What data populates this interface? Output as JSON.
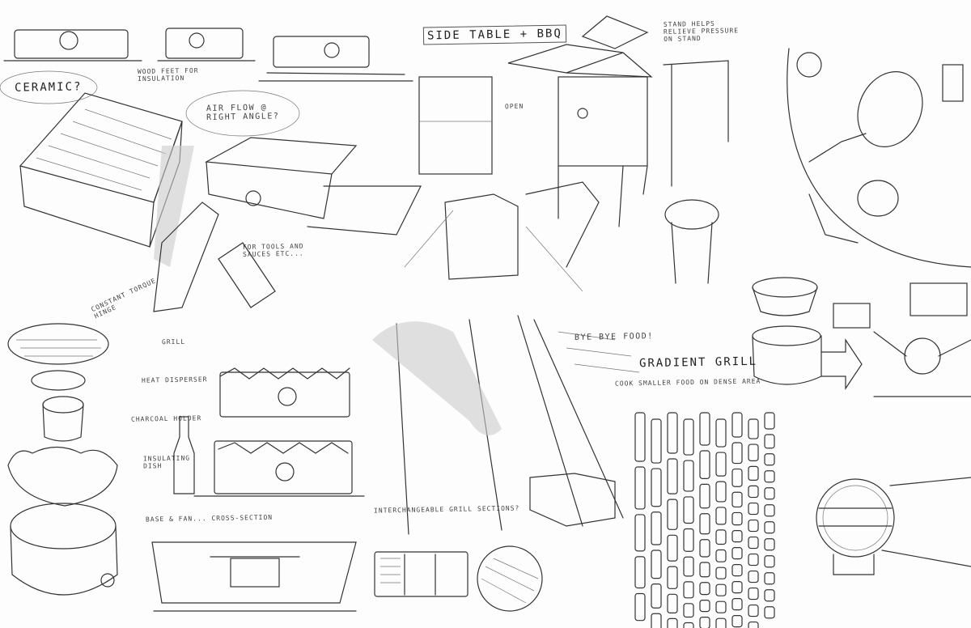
{
  "sheet": {
    "notes": {
      "ceramic": "Ceramic?",
      "wood_feet": "Wood feet for insulation",
      "air_flow": "Air flow @ right angle?",
      "side_table": "Side table + BBQ",
      "stand_helps": "Stand helps relieve pressure on stand",
      "open": "Open",
      "tools": "For tools and sauces etc...",
      "hinge": "Constant torque hinge",
      "grill": "Grill",
      "heat_disperser": "Heat disperser",
      "charcoal_holder": "Charcoal holder",
      "insulating_dish": "Insulating dish",
      "base_fan": "Base & fan... cross-section",
      "bye_bye": "Bye bye food!",
      "gradient_grill": "Gradient grill",
      "cook_smaller": "Cook smaller food on dense area",
      "interchangeable": "Interchangeable grill sections?"
    }
  }
}
